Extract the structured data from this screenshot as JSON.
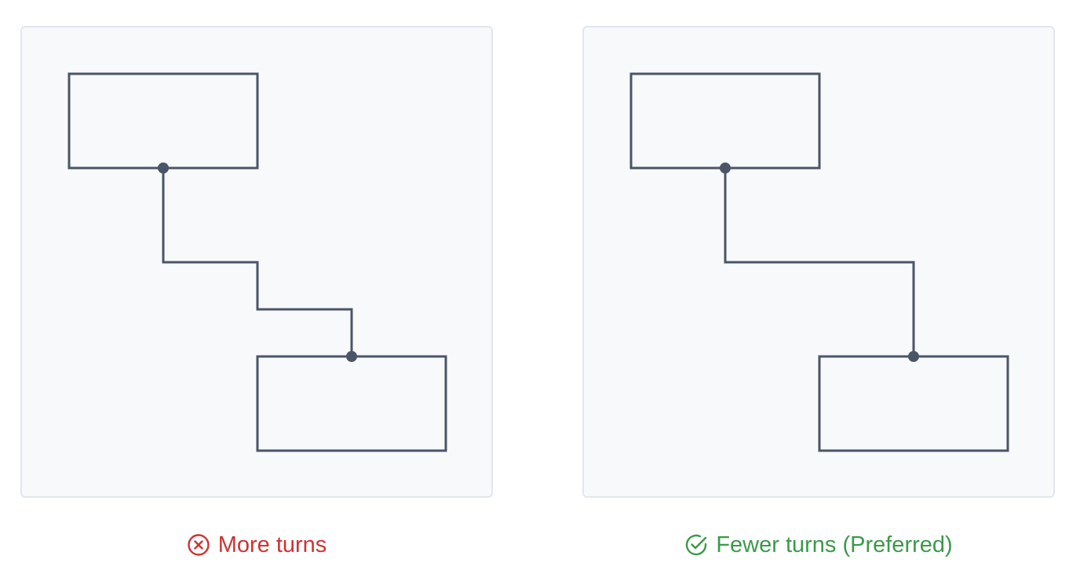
{
  "colors": {
    "stroke": "#4a5568",
    "panel_bg": "#f8f9fb",
    "panel_border": "#e2e6ee",
    "bad": "#cc3333",
    "good": "#3a9a4a"
  },
  "examples": [
    {
      "label": "More turns",
      "status": "bad",
      "icon": "x-circle-icon"
    },
    {
      "label": "Fewer turns (Preferred)",
      "status": "good",
      "icon": "check-circle-icon"
    }
  ]
}
